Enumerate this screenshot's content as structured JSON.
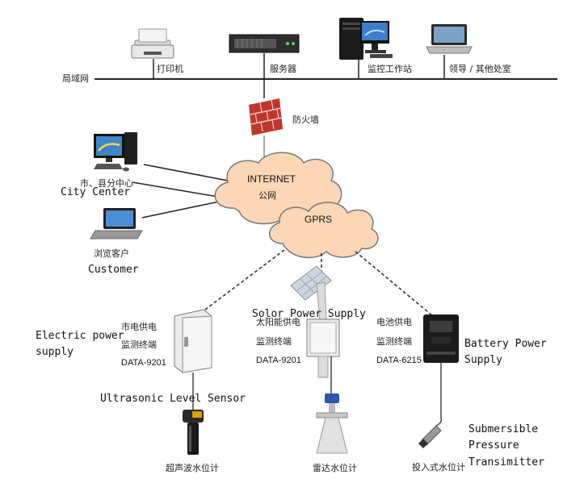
{
  "lan": {
    "label": "局域网",
    "printer": "打印机",
    "server": "服务器",
    "workstation": "监控工作站",
    "office": "领导 / 其他处室"
  },
  "firewall": "防火墙",
  "internet": {
    "title": "INTERNET",
    "sub": "公网"
  },
  "gprs": "GPRS",
  "city_center": {
    "cn": "市、县分中心",
    "en": "City Center"
  },
  "customer": {
    "cn": "浏览客户",
    "en": "Customer"
  },
  "terminals": [
    {
      "power_cn": "市电供电",
      "terminal_cn": "监测终端",
      "model": "DATA-9201",
      "power_en_line1": "Electric power",
      "power_en_line2": "supply",
      "sensor_en": "Ultrasonic Level Sensor",
      "sensor_cn": "超声波水位计"
    },
    {
      "power_cn": "太阳能供电",
      "terminal_cn": "监测终端",
      "model": "DATA-9201",
      "power_en_line1": "Solor Power Supply",
      "sensor_cn": "雷达水位计"
    },
    {
      "power_cn": "电池供电",
      "terminal_cn": "监测终端",
      "model": "DATA-6215",
      "power_en_line1": "Battery Power",
      "power_en_line2": "Supply",
      "sensor_en_line1": "Submersible",
      "sensor_en_line2": "Pressure",
      "sensor_en_line3": "Transimitter",
      "sensor_cn": "投入式水位计"
    }
  ]
}
